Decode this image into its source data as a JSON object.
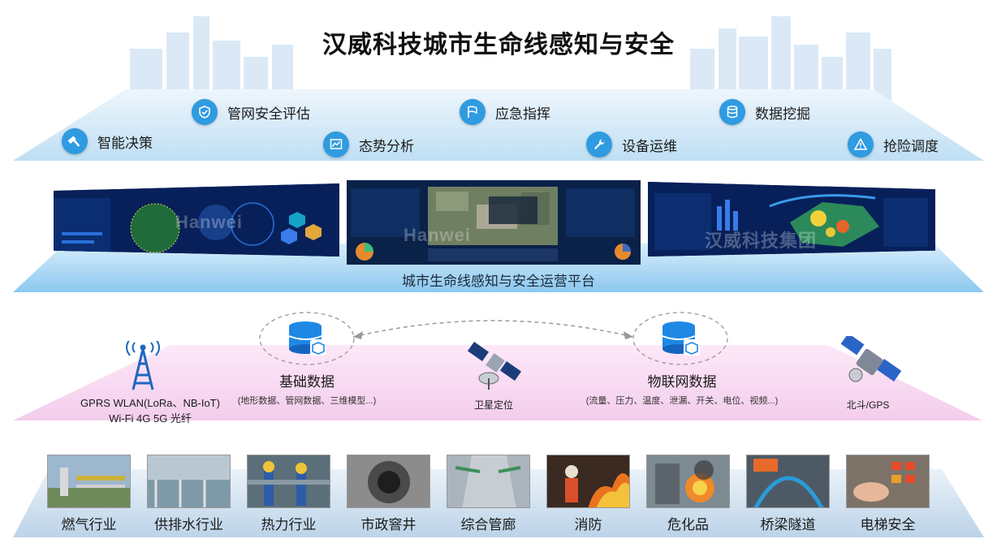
{
  "title": "汉威科技城市生命线感知与安全",
  "features": [
    {
      "label": "智能决策",
      "icon": "hammer-icon"
    },
    {
      "label": "管网安全评估",
      "icon": "shield-icon"
    },
    {
      "label": "态势分析",
      "icon": "chart-icon"
    },
    {
      "label": "应急指挥",
      "icon": "flag-icon"
    },
    {
      "label": "设备运维",
      "icon": "wrench-icon"
    },
    {
      "label": "数据挖掘",
      "icon": "database-icon"
    },
    {
      "label": "抢险调度",
      "icon": "warning-icon"
    }
  ],
  "platform": {
    "label": "城市生命线感知与安全运营平台"
  },
  "watermark": {
    "latin": "Hanwei",
    "cn": "汉威科技集团"
  },
  "network": {
    "comm": {
      "line1": "GPRS WLAN(LoRa、NB-IoT)",
      "line2": "Wi-Fi 4G 5G 光纤"
    },
    "base_data": {
      "title": "基础数据",
      "sub": "(地形数据、管网数据、三维模型...)"
    },
    "satellite": {
      "title": "卫星定位"
    },
    "iot_data": {
      "title": "物联网数据",
      "sub": "(流量、压力、温度、泄漏、开关、电位、视频...)"
    },
    "beidou": {
      "title": "北斗/GPS"
    }
  },
  "industries": [
    {
      "label": "燃气行业"
    },
    {
      "label": "供排水行业"
    },
    {
      "label": "热力行业"
    },
    {
      "label": "市政窨井"
    },
    {
      "label": "综合管廊"
    },
    {
      "label": "消防"
    },
    {
      "label": "危化品"
    },
    {
      "label": "桥梁隧道"
    },
    {
      "label": "电梯安全"
    }
  ],
  "colors": {
    "accent": "#2f9be0",
    "top_band": "#cfe6f7",
    "platform_band": "#a9d6f5",
    "network_band": "#f6d6f1",
    "bottom_band": "#cfe0ef"
  }
}
